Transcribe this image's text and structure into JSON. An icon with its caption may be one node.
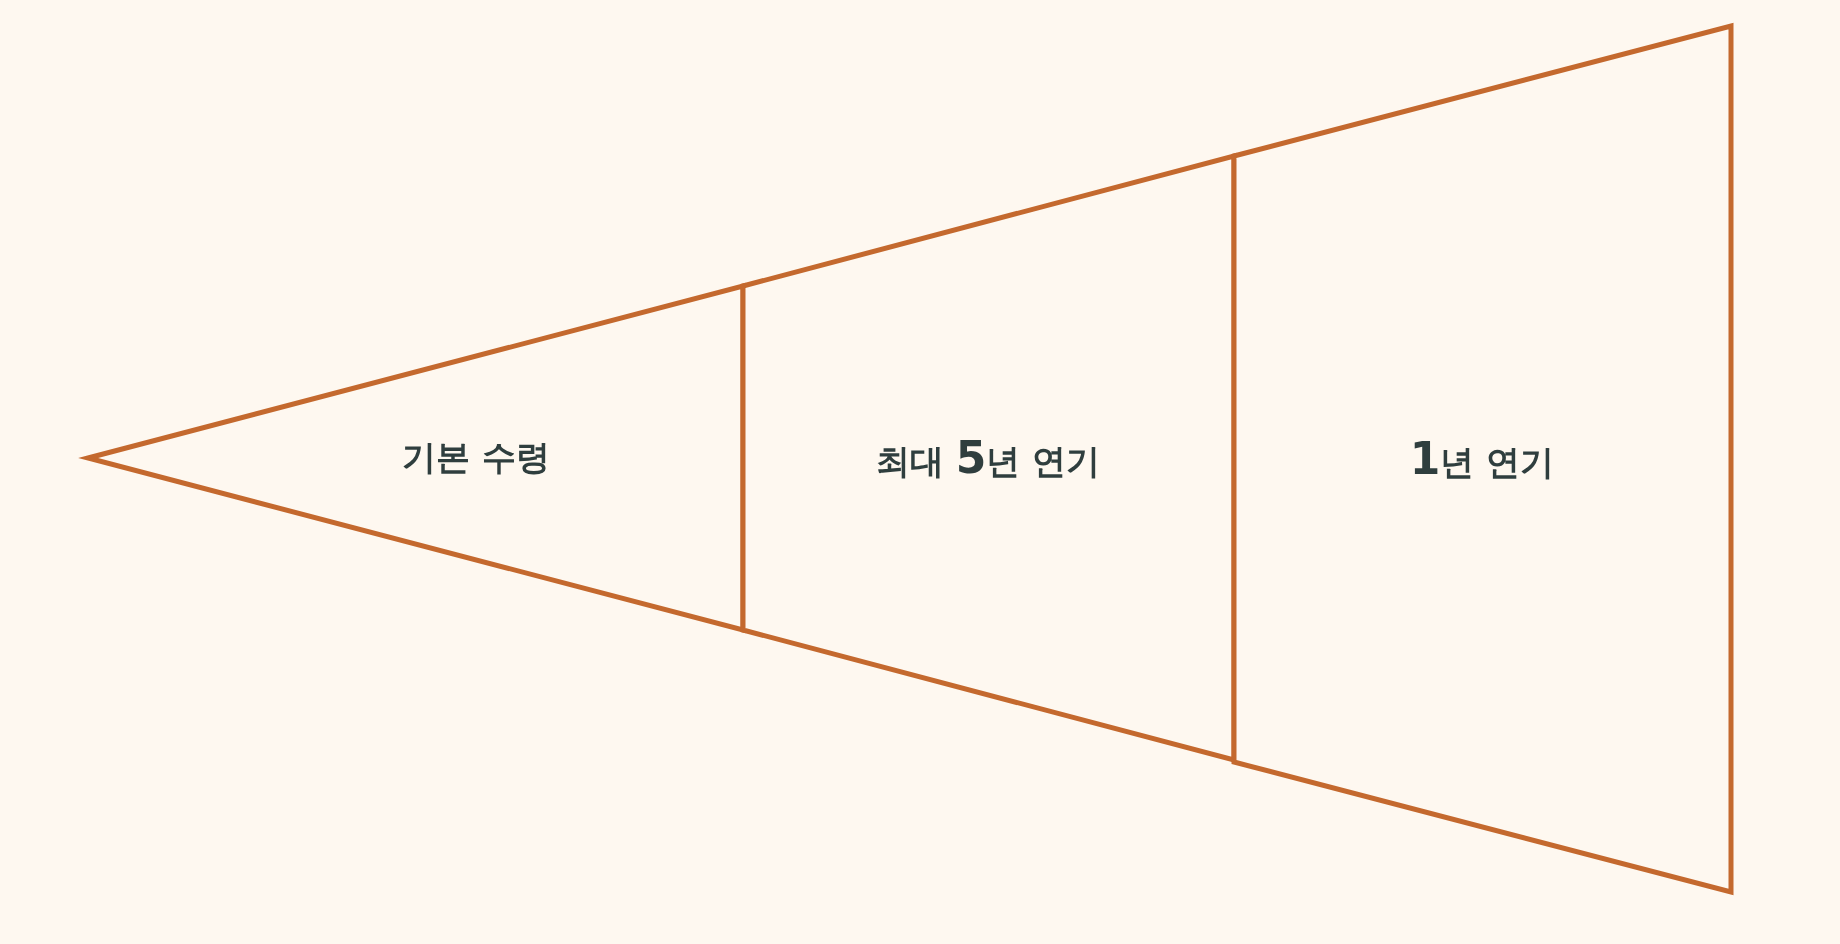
{
  "diagram": {
    "nodes": [
      {
        "text": [
          "기본 수령"
        ]
      },
      {
        "text": [
          "최대 **5**년 연기"
        ]
      },
      {
        "text": [
          "**1**년 연기"
        ]
      }
    ]
  }
}
